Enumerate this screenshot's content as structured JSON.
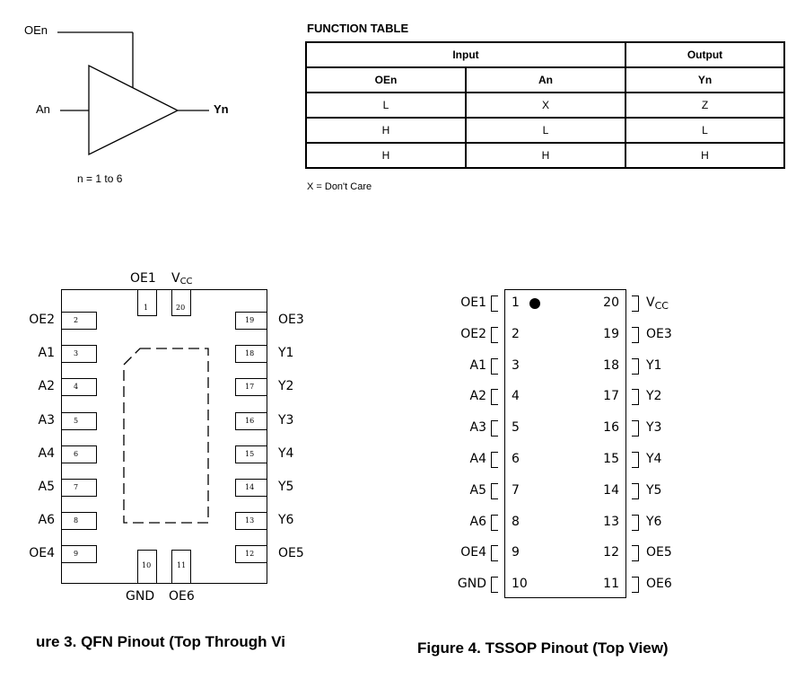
{
  "buffer": {
    "oe_label": "OEn",
    "in_label": "An",
    "out_label": "Yn",
    "note": "n = 1 to 6"
  },
  "function_table": {
    "title": "FUNCTION TABLE",
    "group_headers": {
      "input": "Input",
      "output": "Output"
    },
    "columns": [
      "OEn",
      "An",
      "Yn"
    ],
    "rows": [
      [
        "L",
        "X",
        "Z"
      ],
      [
        "H",
        "L",
        "L"
      ],
      [
        "H",
        "H",
        "H"
      ]
    ],
    "note": "X = Don't Care"
  },
  "qfn": {
    "top": [
      {
        "num": "1",
        "name": "OE1"
      },
      {
        "num": "20",
        "name": "Vcc"
      }
    ],
    "left": [
      {
        "num": "2",
        "name": "OE2"
      },
      {
        "num": "3",
        "name": "A1"
      },
      {
        "num": "4",
        "name": "A2"
      },
      {
        "num": "5",
        "name": "A3"
      },
      {
        "num": "6",
        "name": "A4"
      },
      {
        "num": "7",
        "name": "A5"
      },
      {
        "num": "8",
        "name": "A6"
      },
      {
        "num": "9",
        "name": "OE4"
      }
    ],
    "right": [
      {
        "num": "19",
        "name": "OE3"
      },
      {
        "num": "18",
        "name": "Y1"
      },
      {
        "num": "17",
        "name": "Y2"
      },
      {
        "num": "16",
        "name": "Y3"
      },
      {
        "num": "15",
        "name": "Y4"
      },
      {
        "num": "14",
        "name": "Y5"
      },
      {
        "num": "13",
        "name": "Y6"
      },
      {
        "num": "12",
        "name": "OE5"
      }
    ],
    "bottom": [
      {
        "num": "10",
        "name": "GND"
      },
      {
        "num": "11",
        "name": "OE6"
      }
    ],
    "caption": "ure 3. QFN Pinout (Top Through Vi"
  },
  "tssop": {
    "left": [
      {
        "num": "1",
        "name": "OE1"
      },
      {
        "num": "2",
        "name": "OE2"
      },
      {
        "num": "3",
        "name": "A1"
      },
      {
        "num": "4",
        "name": "A2"
      },
      {
        "num": "5",
        "name": "A3"
      },
      {
        "num": "6",
        "name": "A4"
      },
      {
        "num": "7",
        "name": "A5"
      },
      {
        "num": "8",
        "name": "A6"
      },
      {
        "num": "9",
        "name": "OE4"
      },
      {
        "num": "10",
        "name": "GND"
      }
    ],
    "right": [
      {
        "num": "20",
        "name": "VCC"
      },
      {
        "num": "19",
        "name": "OE3"
      },
      {
        "num": "18",
        "name": "Y1"
      },
      {
        "num": "17",
        "name": "Y2"
      },
      {
        "num": "16",
        "name": "Y3"
      },
      {
        "num": "15",
        "name": "Y4"
      },
      {
        "num": "14",
        "name": "Y5"
      },
      {
        "num": "13",
        "name": "Y6"
      },
      {
        "num": "12",
        "name": "OE5"
      },
      {
        "num": "11",
        "name": "OE6"
      }
    ],
    "caption": "Figure 4. TSSOP Pinout (Top View)"
  }
}
